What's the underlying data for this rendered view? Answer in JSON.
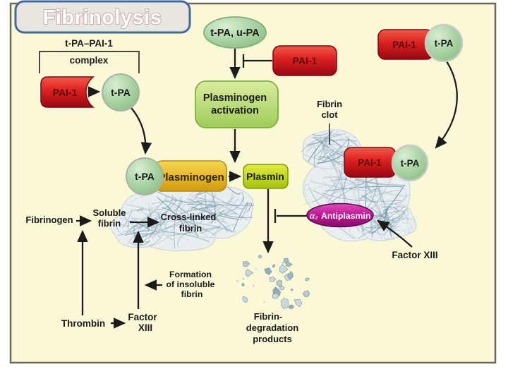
{
  "title": "Fibrinolysis",
  "colors": {
    "panel_background": "#fbf8d8",
    "title_border": "#3f6a9e",
    "inhibitor_red": "#d42020",
    "tpa_green": "#a5d0a0",
    "activation_green": "#b5d977",
    "plasminogen_gold": "#e6b82a",
    "plasmin_yellow_green": "#c3d51f",
    "antiplasmin_magenta": "#bb1691",
    "fibrin_mesh_blue_gray": "#8fb0bf",
    "arrow_black": "#1b1b1b"
  },
  "nodes": {
    "pai1": "PAI-1",
    "tpa": "t-PA",
    "tpa_upa": "t-PA, u-PA",
    "plasminogen": "Plasminogen",
    "plasmin": "Plasmin",
    "plasminogen_activation": {
      "line1": "Plasminogen",
      "line2": "activation"
    },
    "antiplasmin": {
      "alpha": "α₂",
      "name": "Antiplasmin"
    }
  },
  "annotations": {
    "complex_bracket": {
      "line1": "t-PA–PAI-1",
      "line2": "complex"
    },
    "fibrin_clot": {
      "line1": "Fibrin",
      "line2": "clot"
    },
    "factor_xiii_right": "Factor XIII",
    "fibrinogen": "Fibrinogen",
    "soluble_fibrin": {
      "line1": "Soluble",
      "line2": "fibrin"
    },
    "cross_linked_fibrin": {
      "line1": "Cross-linked",
      "line2": "fibrin"
    },
    "formation_insoluble": {
      "line1": "Formation",
      "line2": "of insoluble",
      "line3": "fibrin"
    },
    "thrombin": "Thrombin",
    "factor_xiii_left": {
      "line1": "Factor",
      "line2": "XIII"
    },
    "fibrin_degradation": {
      "line1": "Fibrin-",
      "line2": "degradation",
      "line3": "products"
    }
  }
}
